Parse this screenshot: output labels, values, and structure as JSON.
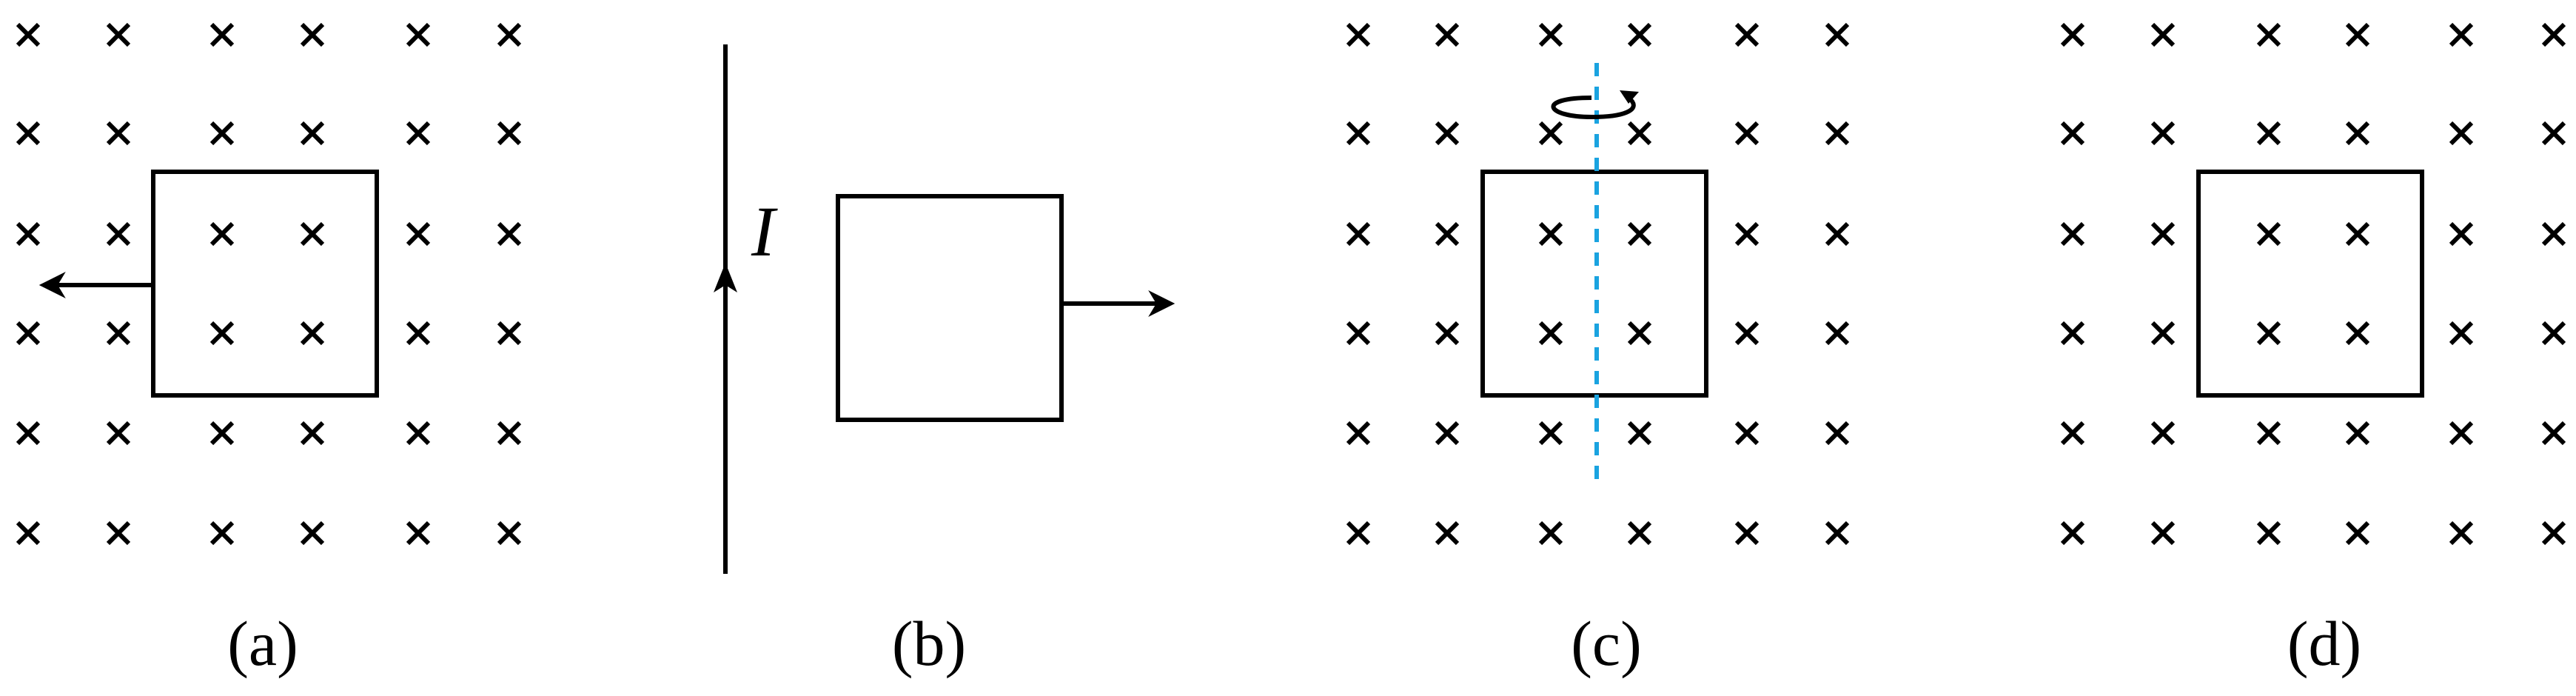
{
  "panels": [
    {
      "id": "a",
      "caption": "(a)"
    },
    {
      "id": "b",
      "caption": "(b)",
      "current_label": "I"
    },
    {
      "id": "c",
      "caption": "(c)"
    },
    {
      "id": "d",
      "caption": "(d)"
    }
  ],
  "colors": {
    "ink": "#000000",
    "axis": "#1aa3e0"
  }
}
